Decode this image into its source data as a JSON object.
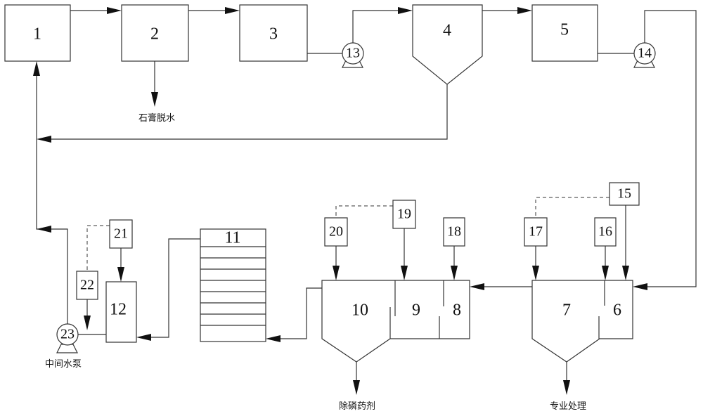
{
  "units": {
    "u1": "1",
    "u2": "2",
    "u3": "3",
    "u4": "4",
    "u5": "5",
    "u6": "6",
    "u7": "7",
    "u8": "8",
    "u9": "9",
    "u10": "10",
    "u11": "11",
    "u12": "12",
    "u13": "13",
    "u14": "14",
    "u15": "15",
    "u16": "16",
    "u17": "17",
    "u18": "18",
    "u19": "19",
    "u20": "20",
    "u21": "21",
    "u22": "22",
    "u23": "23"
  },
  "labels": {
    "gypsum_dewatering": "石膏脱水",
    "intermediate_pump": "中间水泵",
    "phosphorus_removal_agent": "除磷药剂",
    "professional_treatment": "专业处理"
  }
}
